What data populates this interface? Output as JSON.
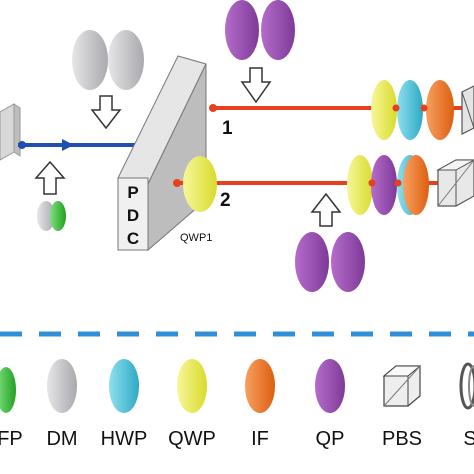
{
  "pdc_label": [
    "P",
    "D",
    "C"
  ],
  "port_labels": {
    "port1": "1",
    "port2": "2"
  },
  "qwp1_label": "QWP1",
  "legend": [
    {
      "key": "fp",
      "label": "FP"
    },
    {
      "key": "dm",
      "label": "DM"
    },
    {
      "key": "hwp",
      "label": "HWP"
    },
    {
      "key": "qwp",
      "label": "QWP"
    },
    {
      "key": "if",
      "label": "IF"
    },
    {
      "key": "qp",
      "label": "QP"
    },
    {
      "key": "pbs",
      "label": "PBS"
    },
    {
      "key": "s",
      "label": "S"
    }
  ],
  "colors": {
    "pump_beam": "#1f4fb0",
    "output_beam": "#e8401f",
    "dm": "#c9c9cc",
    "hwp": "#4fc6dc",
    "qwp": "#eef04a",
    "if": "#f07a22",
    "qp": "#9a4fb0",
    "fp": "#3fbf3f",
    "separator": "#2f8fd8"
  }
}
